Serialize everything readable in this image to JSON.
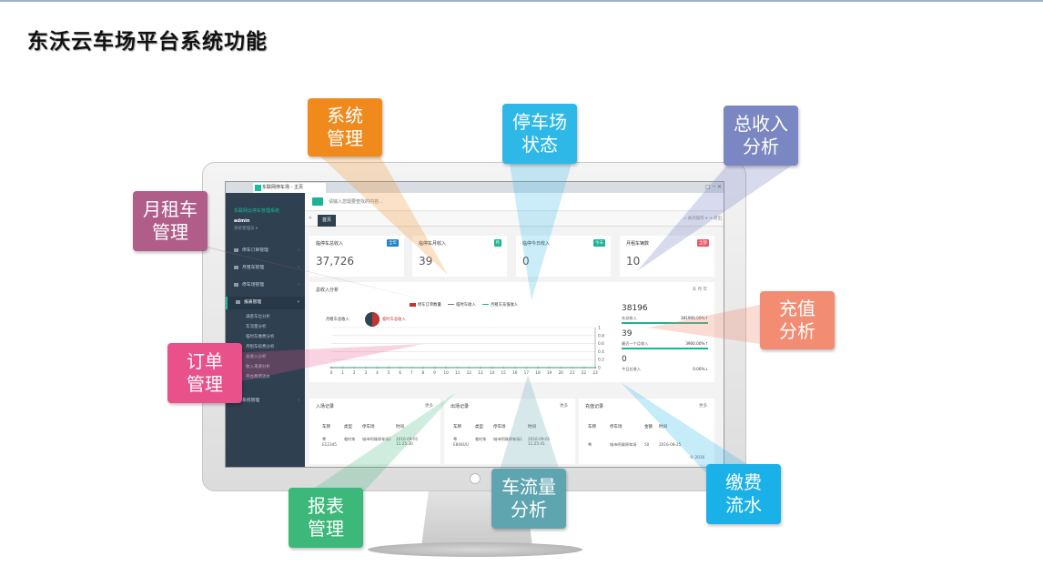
{
  "slide": {
    "title": "东沃云车场平台系统功能"
  },
  "browser": {
    "tab_title": "东联网停车场 - 主页",
    "window_controls": "□ ─ ✕"
  },
  "sidebar": {
    "brand": "东联网云停车管理系统",
    "user": "admin",
    "role": "系统管理员 ▾",
    "items": [
      {
        "label": "停车订单管理",
        "arrow": "‹"
      },
      {
        "label": "月租车管理",
        "arrow": "‹"
      },
      {
        "label": "停车场管理",
        "arrow": "‹"
      },
      {
        "label": "报表管理",
        "arrow": "▾"
      },
      {
        "label": "系统管理",
        "arrow": "‹"
      }
    ],
    "subitems": [
      "满意车位分析",
      "车流量分析",
      "临时车缴费分析",
      "月租车续费分析",
      "总收入分析",
      "收入来源分析",
      "平台费用流水"
    ]
  },
  "topbar": {
    "search_placeholder": "请输入您需要查找的内容…",
    "tab_home": "首页",
    "tab_left": "«",
    "tab_right": "» 关闭操作 ▾ ⇥ 退出"
  },
  "stats": [
    {
      "label": "临停车总收入",
      "badge": "全年",
      "value": "37,726",
      "badge_color": "#1c84c6"
    },
    {
      "label": "临停车月收入",
      "badge": "月",
      "value": "39",
      "badge_color": "#1ab394"
    },
    {
      "label": "临停今日收入",
      "badge": "今天",
      "value": "0",
      "badge_color": "#1ab394"
    },
    {
      "label": "月租车辆数",
      "badge": "全部",
      "value": "10",
      "badge_color": "#ed5565"
    }
  ],
  "income_panel": {
    "title": "总收入分析",
    "range_buttons": [
      "天",
      "月",
      "年"
    ],
    "legend": [
      "停车订单数量",
      "临时车收入",
      "月租车充值收入"
    ],
    "pie_labels": [
      "月租车总收入",
      "临时车总收入"
    ],
    "side": [
      {
        "value": "38196",
        "label": "年总收入",
        "pct": "381900.00%↑"
      },
      {
        "value": "39",
        "label": "最近一个月收入",
        "pct": "3900.00%↑"
      },
      {
        "value": "0",
        "label": "今日总收入",
        "pct": "0.00%↓"
      }
    ]
  },
  "chart_data": {
    "type": "line",
    "x": [
      "0",
      "1",
      "2",
      "3",
      "4",
      "5",
      "6",
      "7",
      "8",
      "9",
      "10",
      "11",
      "12",
      "13",
      "14",
      "15",
      "16",
      "17",
      "18",
      "19",
      "20",
      "21",
      "22",
      "23"
    ],
    "series": [
      {
        "name": "停车订单数量",
        "values": [
          0,
          0,
          0,
          0,
          0,
          0,
          0,
          0,
          0,
          0,
          0,
          0,
          0,
          0,
          0,
          0,
          0,
          0,
          0,
          0,
          0,
          0,
          0,
          0
        ]
      },
      {
        "name": "临时车收入",
        "values": [
          0,
          0,
          0,
          0,
          0,
          0,
          0,
          0,
          0,
          0,
          0,
          0,
          0,
          0,
          0,
          0,
          0,
          0,
          0,
          0,
          0,
          0,
          0,
          0
        ]
      },
      {
        "name": "月租车充值收入",
        "values": [
          0,
          0,
          0,
          0,
          0,
          0,
          0,
          0,
          0,
          0,
          0,
          0,
          0,
          0,
          0,
          0,
          0,
          0,
          0,
          0,
          0,
          0,
          0,
          0
        ]
      }
    ],
    "y_ticks": [
      "0",
      "0.2",
      "0.4",
      "0.6",
      "0.8",
      "1"
    ],
    "ylim": [
      0,
      1
    ],
    "grid": true,
    "legend_position": "top"
  },
  "records": [
    {
      "title": "入场记录",
      "more": "更多",
      "headers": [
        "车牌",
        "类型",
        "停车场",
        "时间"
      ],
      "row": [
        "粤 E12345",
        "临时车",
        "城市明珠停车场1",
        "2016-09-01 11:25:30"
      ]
    },
    {
      "title": "出场记录",
      "more": "更多",
      "headers": [
        "车牌",
        "类型",
        "停车场",
        "时间"
      ],
      "row": [
        "粤 E848UU",
        "临时车",
        "城市明珠停车场1",
        "2016-09-01 11:25:41"
      ]
    },
    {
      "title": "充值记录",
      "more": "更多",
      "headers": [
        "车牌",
        "停车场",
        "金额",
        "时间"
      ],
      "row": [
        "粤",
        "城市明珠停车场",
        "50",
        "2016-08-25"
      ]
    }
  ],
  "footer": {
    "copyright": "© 2016"
  },
  "callouts": [
    {
      "line1": "系统",
      "line2": "管理",
      "color": "#f08a1c"
    },
    {
      "line1": "停车场",
      "line2": "状态",
      "color": "#2db8e8"
    },
    {
      "line1": "总收入",
      "line2": "分析",
      "color": "#7a87c2"
    },
    {
      "line1": "月租车",
      "line2": "管理",
      "color": "#b05d8a"
    },
    {
      "line1": "充值",
      "line2": "分析",
      "color": "#f28c72"
    },
    {
      "line1": "订单",
      "line2": "管理",
      "color": "#e9518a"
    },
    {
      "line1": "报表",
      "line2": "管理",
      "color": "#3bb87a"
    },
    {
      "line1": "车流量",
      "line2": "分析",
      "color": "#5fa5b0"
    },
    {
      "line1": "缴费",
      "line2": "流水",
      "color": "#1ab0e8"
    }
  ]
}
